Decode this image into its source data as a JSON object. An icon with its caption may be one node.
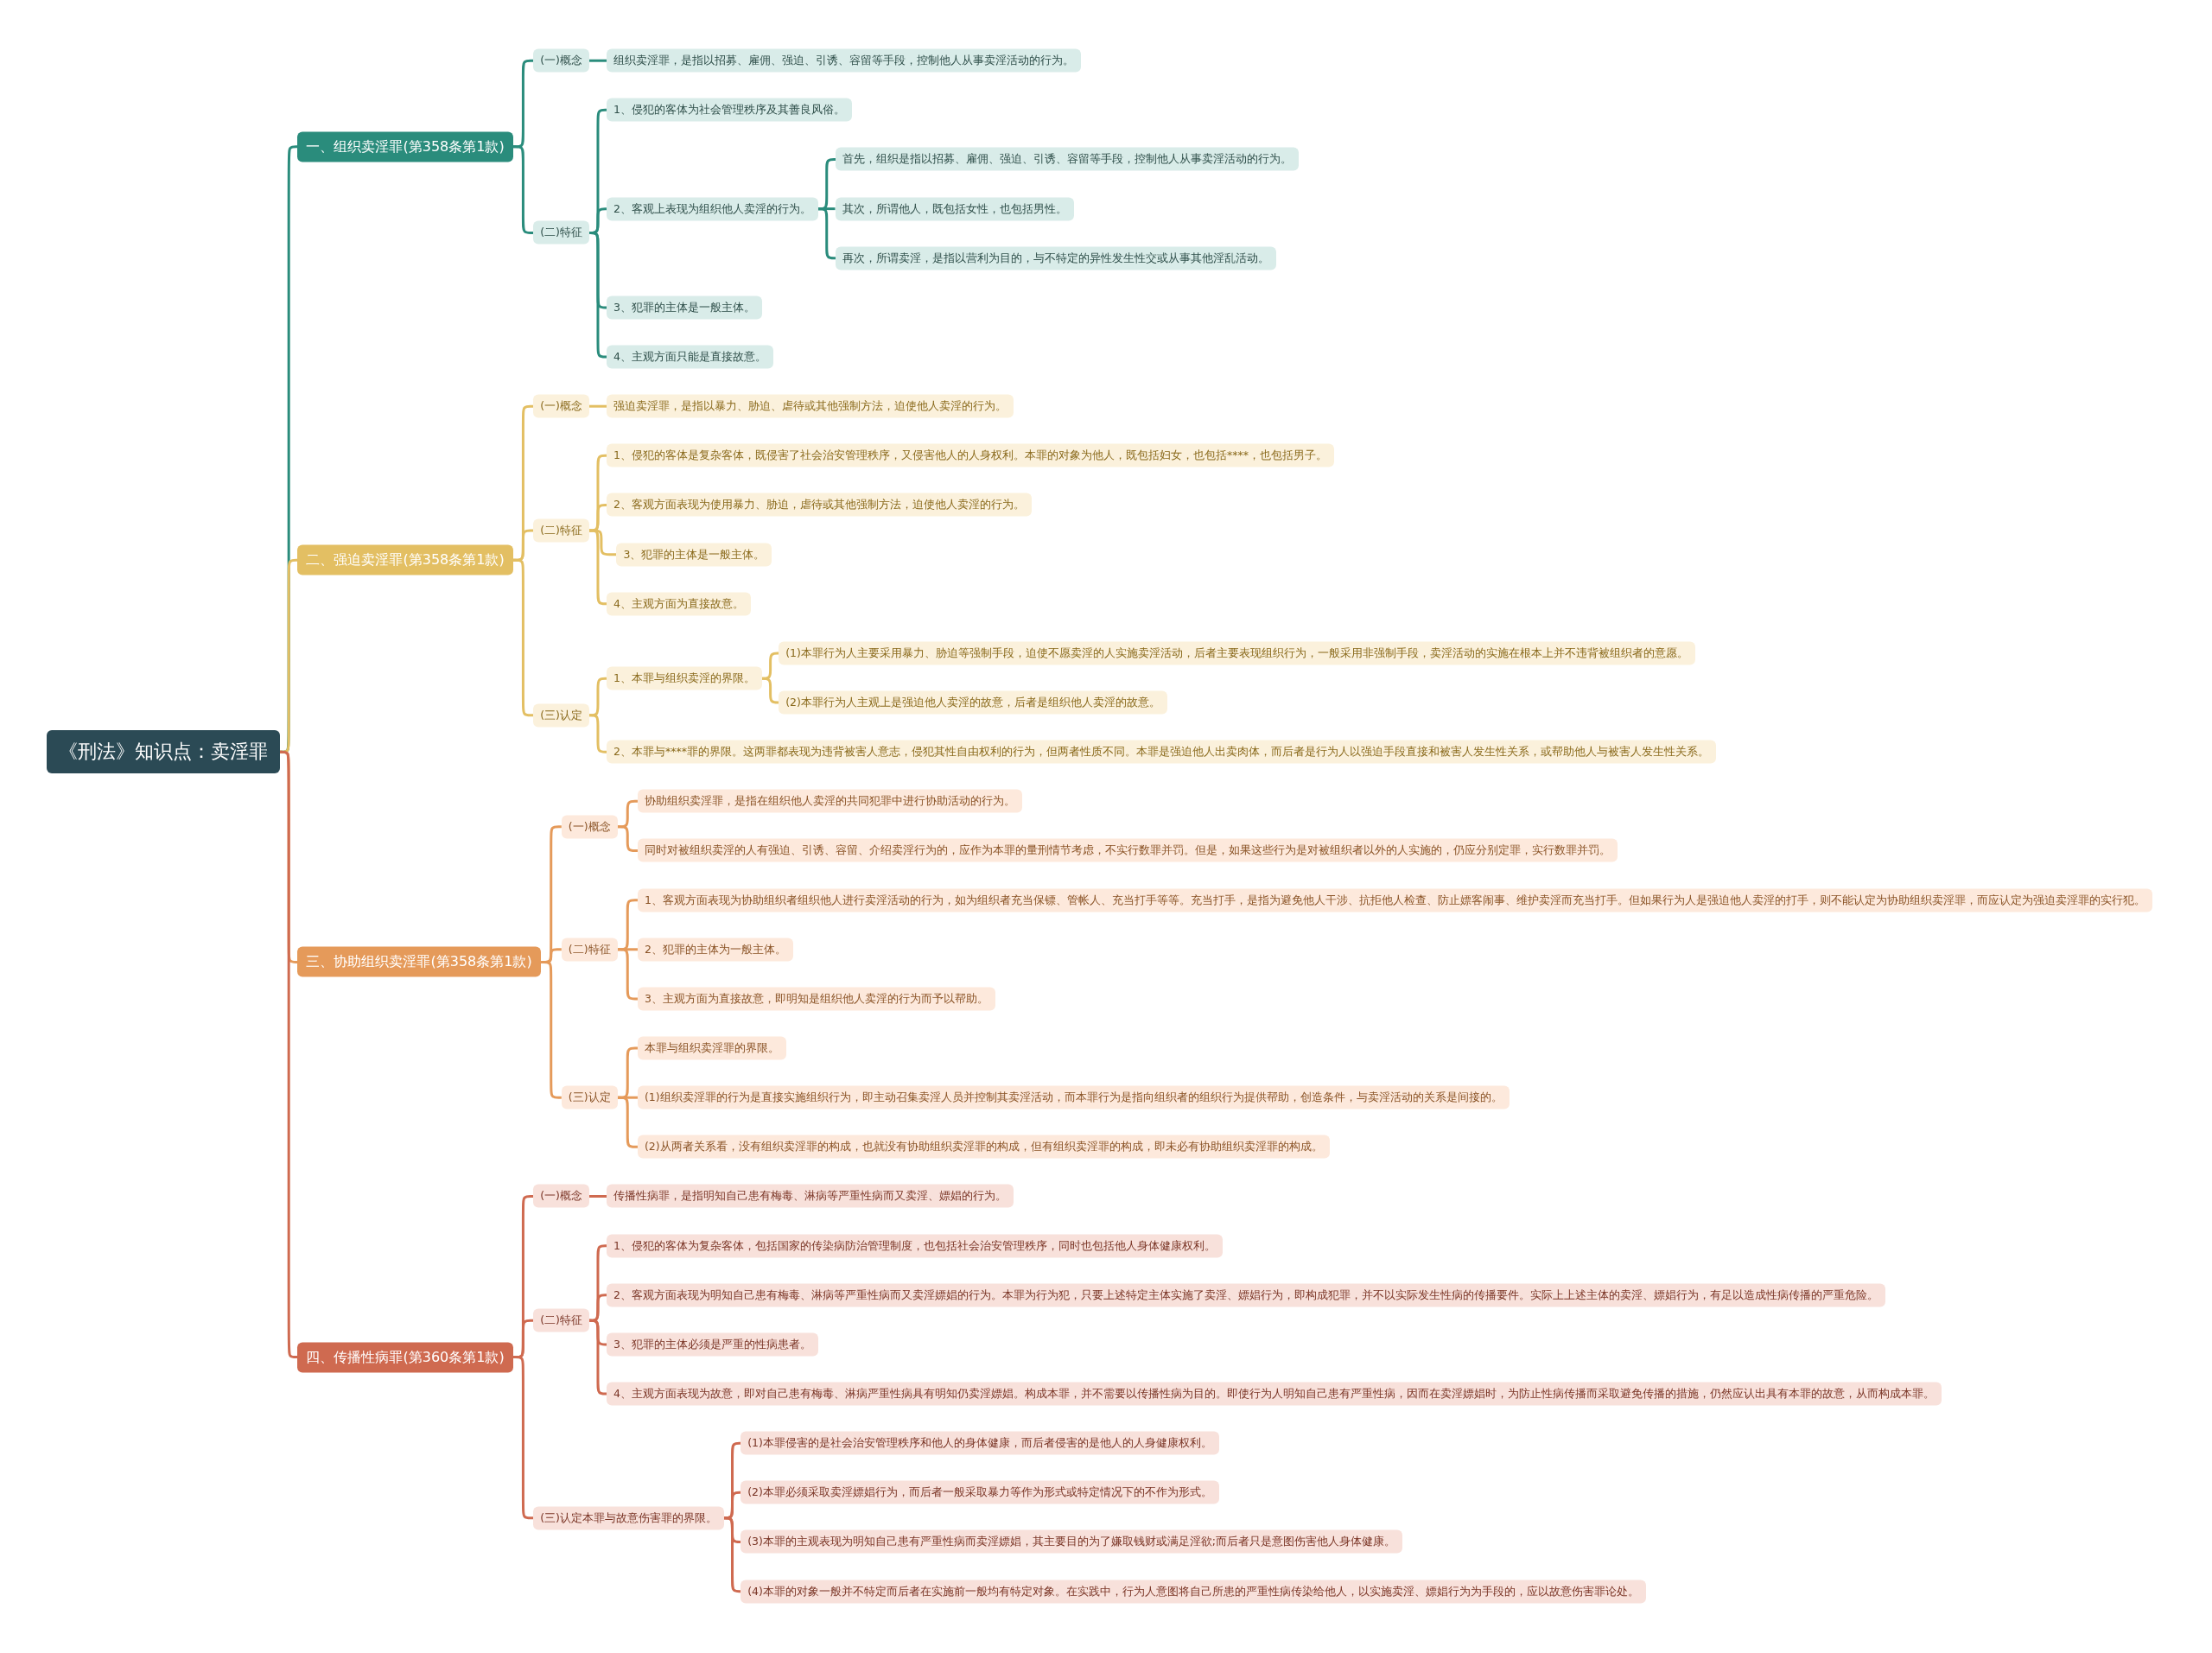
{
  "diagram": {
    "nodes": [
      {
        "text": [
          "《刑法》知识点：卖淫罪"
        ]
      },
      {
        "text": [
          "一、组织卖淫罪(第358条第1款)"
        ]
      },
      {
        "text": [
          "(一)概念"
        ]
      },
      {
        "text": [
          "组织卖淫罪，是指以招募、雇佣、强迫、引诱、容留等手段，控制他人从事卖淫活动的行为。"
        ]
      },
      {
        "text": [
          "(二)特征"
        ]
      },
      {
        "text": [
          "1、侵犯的客体为社会管理秩序及其善良风俗。"
        ]
      },
      {
        "text": [
          "2、客观上表现为组织他人卖淫的行为。"
        ]
      },
      {
        "text": [
          "首先，组织是指以招募、雇佣、强迫、引诱、容留等手段，控制他人从事卖淫活动的行为。"
        ]
      },
      {
        "text": [
          "其次，所谓他人，既包括女性，也包括男性。"
        ]
      },
      {
        "text": [
          "再次，所谓卖淫，是指以营利为目的，与不特定的异性发生性交或从事其他淫乱活动。"
        ]
      },
      {
        "text": [
          "3、犯罪的主体是一般主体。"
        ]
      },
      {
        "text": [
          "4、主观方面只能是直接故意。"
        ]
      },
      {
        "text": [
          "二、强迫卖淫罪(第358条第1款)"
        ]
      },
      {
        "text": [
          "(一)概念"
        ]
      },
      {
        "text": [
          "强迫卖淫罪，是指以暴力、胁迫、虐待或其他强制方法，迫使他人卖淫的行为。"
        ]
      },
      {
        "text": [
          "(二)特征"
        ]
      },
      {
        "text": [
          "1、侵犯的客体是复杂客体，既侵害了社会治安管理秩序，又侵害他人的人身权利。本罪的对象为他人，既包括妇女，也包括****，也包括男子。"
        ]
      },
      {
        "text": [
          "2、客观方面表现为使用暴力、胁迫，虐待或其他强制方法，迫使他人卖淫的行为。"
        ]
      },
      {
        "text": [
          "3、犯罪的主体是一般主体。"
        ]
      },
      {
        "text": [
          "4、主观方面为直接故意。"
        ]
      },
      {
        "text": [
          "(三)认定"
        ]
      },
      {
        "text": [
          "1、本罪与组织卖淫的界限。"
        ]
      },
      {
        "text": [
          "(1)本罪行为人主要采用暴力、胁迫等强制手段，迫使不愿卖淫的人实施卖淫活动，后者主要表现组织行为，一般采用非强制手段，卖淫活动的实施在根本上并不违背被组织者的意愿。"
        ]
      },
      {
        "text": [
          "(2)本罪行为人主观上是强迫他人卖淫的故意，后者是组织他人卖淫的故意。"
        ]
      },
      {
        "text": [
          "2、本罪与****罪的界限。这两罪都表现为违背被害人意志，侵犯其性自由权利的行为，但两者性质不同。本罪是强迫他人出卖肉体，而后者是行为人以强迫手段直接和被害人发生性关系，或帮助他人与被害人发生性关系。"
        ]
      },
      {
        "text": [
          "三、协助组织卖淫罪(第358条第1款)"
        ]
      },
      {
        "text": [
          "(一)概念"
        ]
      },
      {
        "text": [
          "协助组织卖淫罪，是指在组织他人卖淫的共同犯罪中进行协助活动的行为。"
        ]
      },
      {
        "text": [
          "同时对被组织卖淫的人有强迫、引诱、容留、介绍卖淫行为的，应作为本罪的量刑情节考虑，不实行数罪并罚。但是，如果这些行为是对被组织者以外的人实施的，仍应分别定罪，实行数罪并罚。"
        ]
      },
      {
        "text": [
          "(二)特征"
        ]
      },
      {
        "text": [
          "1、客观方面表现为协助组织者组织他人进行卖淫活动的行为，如为组织者充当保镖、管帐人、充当打手等等。充当打手，是指为避免他人干涉、抗拒他人检查、防止嫖客闹事、维护卖淫而充当打手。但如果行为人是强迫他人卖淫的打手，则不能认定为协助组织卖淫罪，而应认定为强迫卖淫罪的实行犯。"
        ]
      },
      {
        "text": [
          "2、犯罪的主体为一般主体。"
        ]
      },
      {
        "text": [
          "3、主观方面为直接故意，即明知是组织他人卖淫的行为而予以帮助。"
        ]
      },
      {
        "text": [
          "(三)认定"
        ]
      },
      {
        "text": [
          "本罪与组织卖淫罪的界限。"
        ]
      },
      {
        "text": [
          "(1)组织卖淫罪的行为是直接实施组织行为，即主动召集卖淫人员并控制其卖淫活动，而本罪行为是指向组织者的组织行为提供帮助，创造条件，与卖淫活动的关系是间接的。"
        ]
      },
      {
        "text": [
          "(2)从两者关系看，没有组织卖淫罪的构成，也就没有协助组织卖淫罪的构成，但有组织卖淫罪的构成，即未必有协助组织卖淫罪的构成。"
        ]
      },
      {
        "text": [
          "四、传播性病罪(第360条第1款)"
        ]
      },
      {
        "text": [
          "(一)概念"
        ]
      },
      {
        "text": [
          "传播性病罪，是指明知自己患有梅毒、淋病等严重性病而又卖淫、嫖娼的行为。"
        ]
      },
      {
        "text": [
          "(二)特征"
        ]
      },
      {
        "text": [
          "1、侵犯的客体为复杂客体，包括国家的传染病防治管理制度，也包括社会治安管理秩序，同时也包括他人身体健康权利。"
        ]
      },
      {
        "text": [
          "2、客观方面表现为明知自己患有梅毒、淋病等严重性病而又卖淫嫖娼的行为。本罪为行为犯，只要上述特定主体实施了卖淫、嫖娼行为，即构成犯罪，并不以实际发生性病的传播要件。实际上上述主体的卖淫、嫖娼行为，有足以造成性病传播的严重危险。"
        ]
      },
      {
        "text": [
          "3、犯罪的主体必须是严重的性病患者。"
        ]
      },
      {
        "text": [
          "4、主观方面表现为故意，即对自己患有梅毒、淋病严重性病具有明知仍卖淫嫖娼。构成本罪，并不需要以传播性病为目的。即使行为人明知自己患有严重性病，因而在卖淫嫖娼时，为防止性病传播而采取避免传播的措施，仍然应认出具有本罪的故意，从而构成本罪。"
        ]
      },
      {
        "text": [
          "(三)认定本罪与故意伤害罪的界限。"
        ]
      },
      {
        "text": [
          "(1)本罪侵害的是社会治安管理秩序和他人的身体健康，而后者侵害的是他人的人身健康权利。"
        ]
      },
      {
        "text": [
          "(2)本罪必须采取卖淫嫖娼行为，而后者一般采取暴力等作为形式或特定情况下的不作为形式。"
        ]
      },
      {
        "text": [
          "(3)本罪的主观表现为明知自己患有严重性病而卖淫嫖娼，其主要目的为了嫌取钱财或满足淫欲;而后者只是意图伤害他人身体健康。"
        ]
      },
      {
        "text": [
          "(4)本罪的对象一般并不特定而后者在实施前一般均有特定对象。在实践中，行为人意图将自己所患的严重性病传染给他人，以实施卖淫、嫖娼行为为手段的，应以故意伤害罪论处。"
        ]
      }
    ],
    "edges": [
      {
        "from": 0,
        "to": 1,
        "arrow": "none",
        "color": "#2a8c7c"
      },
      {
        "from": 1,
        "to": 2,
        "arrow": "none",
        "color": "#2a8c7c"
      },
      {
        "from": 2,
        "to": 3,
        "arrow": "none",
        "color": "#2a8c7c"
      },
      {
        "from": 1,
        "to": 4,
        "arrow": "none",
        "color": "#2a8c7c"
      },
      {
        "from": 4,
        "to": 5,
        "arrow": "none",
        "color": "#2a8c7c"
      },
      {
        "from": 4,
        "to": 6,
        "arrow": "none",
        "color": "#2a8c7c"
      },
      {
        "from": 6,
        "to": 7,
        "arrow": "none",
        "color": "#2a8c7c"
      },
      {
        "from": 6,
        "to": 8,
        "arrow": "none",
        "color": "#2a8c7c"
      },
      {
        "from": 6,
        "to": 9,
        "arrow": "none",
        "color": "#2a8c7c"
      },
      {
        "from": 4,
        "to": 10,
        "arrow": "none",
        "color": "#2a8c7c"
      },
      {
        "from": 4,
        "to": 11,
        "arrow": "none",
        "color": "#2a8c7c"
      },
      {
        "from": 0,
        "to": 12,
        "arrow": "none",
        "color": "#e3bf63"
      },
      {
        "from": 12,
        "to": 13,
        "arrow": "none",
        "color": "#e3bf63"
      },
      {
        "from": 13,
        "to": 14,
        "arrow": "none",
        "color": "#e3bf63"
      },
      {
        "from": 12,
        "to": 15,
        "arrow": "none",
        "color": "#e3bf63"
      },
      {
        "from": 15,
        "to": 16,
        "arrow": "none",
        "color": "#e3bf63"
      },
      {
        "from": 15,
        "to": 17,
        "arrow": "none",
        "color": "#e3bf63"
      },
      {
        "from": 15,
        "to": 18,
        "arrow": "none",
        "color": "#e3bf63"
      },
      {
        "from": 15,
        "to": 19,
        "arrow": "none",
        "color": "#e3bf63"
      },
      {
        "from": 12,
        "to": 20,
        "arrow": "none",
        "color": "#e3bf63"
      },
      {
        "from": 20,
        "to": 21,
        "arrow": "none",
        "color": "#e3bf63"
      },
      {
        "from": 21,
        "to": 22,
        "arrow": "none",
        "color": "#e3bf63"
      },
      {
        "from": 21,
        "to": 23,
        "arrow": "none",
        "color": "#e3bf63"
      },
      {
        "from": 20,
        "to": 24,
        "arrow": "none",
        "color": "#e3bf63"
      },
      {
        "from": 0,
        "to": 25,
        "arrow": "none",
        "color": "#e59a5a"
      },
      {
        "from": 25,
        "to": 26,
        "arrow": "none",
        "color": "#e59a5a"
      },
      {
        "from": 26,
        "to": 27,
        "arrow": "none",
        "color": "#e59a5a"
      },
      {
        "from": 26,
        "to": 28,
        "arrow": "none",
        "color": "#e59a5a"
      },
      {
        "from": 25,
        "to": 29,
        "arrow": "none",
        "color": "#e59a5a"
      },
      {
        "from": 29,
        "to": 30,
        "arrow": "none",
        "color": "#e59a5a"
      },
      {
        "from": 29,
        "to": 31,
        "arrow": "none",
        "color": "#e59a5a"
      },
      {
        "from": 29,
        "to": 32,
        "arrow": "none",
        "color": "#e59a5a"
      },
      {
        "from": 25,
        "to": 33,
        "arrow": "none",
        "color": "#e59a5a"
      },
      {
        "from": 33,
        "to": 34,
        "arrow": "none",
        "color": "#e59a5a"
      },
      {
        "from": 33,
        "to": 35,
        "arrow": "none",
        "color": "#e59a5a"
      },
      {
        "from": 33,
        "to": 36,
        "arrow": "none",
        "color": "#e59a5a"
      },
      {
        "from": 0,
        "to": 37,
        "arrow": "none",
        "color": "#cf6a50"
      },
      {
        "from": 37,
        "to": 38,
        "arrow": "none",
        "color": "#cf6a50"
      },
      {
        "from": 38,
        "to": 39,
        "arrow": "none",
        "color": "#cf6a50"
      },
      {
        "from": 37,
        "to": 40,
        "arrow": "none",
        "color": "#cf6a50"
      },
      {
        "from": 40,
        "to": 41,
        "arrow": "none",
        "color": "#cf6a50"
      },
      {
        "from": 40,
        "to": 42,
        "arrow": "none",
        "color": "#cf6a50"
      },
      {
        "from": 40,
        "to": 43,
        "arrow": "none",
        "color": "#cf6a50"
      },
      {
        "from": 40,
        "to": 44,
        "arrow": "none",
        "color": "#cf6a50"
      },
      {
        "from": 37,
        "to": 45,
        "arrow": "none",
        "color": "#cf6a50"
      },
      {
        "from": 45,
        "to": 46,
        "arrow": "none",
        "color": "#cf6a50"
      },
      {
        "from": 45,
        "to": 47,
        "arrow": "none",
        "color": "#cf6a50"
      },
      {
        "from": 45,
        "to": 48,
        "arrow": "none",
        "color": "#cf6a50"
      },
      {
        "from": 45,
        "to": 49,
        "arrow": "none",
        "color": "#cf6a50"
      }
    ]
  }
}
